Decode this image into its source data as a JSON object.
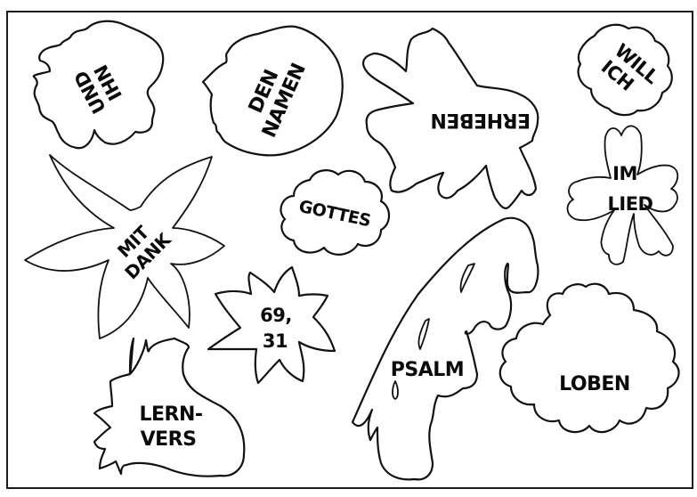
{
  "worksheet": {
    "type": "puzzle-cutout-sheet",
    "ink_color": "#111111",
    "paper_color": "#ffffff",
    "pieces": [
      {
        "id": "und-ihn",
        "shape": "cloud-flower",
        "lines": [
          "UND",
          "IHN"
        ],
        "orientation": "rotated ~-120°"
      },
      {
        "id": "den-namen",
        "shape": "round-blob",
        "lines": [
          "DEN",
          "NAMEN"
        ],
        "orientation": "rotated ~-65°"
      },
      {
        "id": "erheben",
        "shape": "large-petal-flower",
        "lines": [
          "ERHEBEN"
        ],
        "orientation": "upside down"
      },
      {
        "id": "will-ich",
        "shape": "small-cloud",
        "lines": [
          "WILL",
          "ICH"
        ],
        "orientation": "rotated ~40°"
      },
      {
        "id": "mit-dank",
        "shape": "six-petal-flower",
        "lines": [
          "MIT",
          "DANK"
        ],
        "orientation": "rotated ~-45°"
      },
      {
        "id": "gottes",
        "shape": "cloud",
        "lines": [
          "GOTTES"
        ],
        "orientation": "rotated ~12°"
      },
      {
        "id": "im-lied",
        "shape": "five-heart-petal-flower",
        "lines": [
          "IM",
          "LIED"
        ],
        "orientation": "upright"
      },
      {
        "id": "verse-ref",
        "shape": "star-flower",
        "lines": [
          "69,",
          "31"
        ],
        "orientation": "upright"
      },
      {
        "id": "psalm",
        "shape": "feather-leaf",
        "lines": [
          "PSALM"
        ],
        "orientation": "upright"
      },
      {
        "id": "loben",
        "shape": "large-cloud-flower",
        "lines": [
          "LOBEN"
        ],
        "orientation": "upright"
      },
      {
        "id": "lern-vers",
        "shape": "jagged-leaf-blob",
        "lines": [
          "LERN-",
          "VERS"
        ],
        "orientation": "upright"
      }
    ]
  }
}
